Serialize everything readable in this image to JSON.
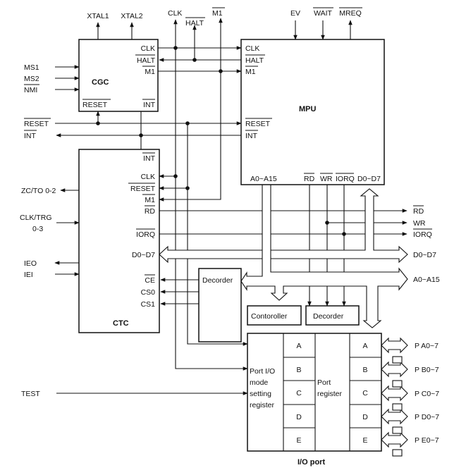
{
  "blocks": {
    "cgc": "CGC",
    "mpu": "MPU",
    "ctc": "CTC",
    "io_port": "I/O port",
    "decoder_left": "Decorder",
    "controller": "Contoroller",
    "decoder_right": "Decorder",
    "port_mode_lines": [
      "Port I/O",
      "mode",
      "setting",
      "register"
    ],
    "port_register_lines": [
      "Port",
      "register"
    ]
  },
  "top_signals": [
    "XTAL1",
    "XTAL2",
    "CLK",
    "HALT",
    "M1",
    "EV",
    "WAIT",
    "MREQ"
  ],
  "cgc_inputs": [
    "MS1",
    "MS2",
    "NMI"
  ],
  "cgc_pins": {
    "clk": "CLK",
    "halt": "HALT",
    "m1": "M1",
    "reset": "RESET",
    "int": "INT"
  },
  "system_lines": [
    "RESET",
    "INT"
  ],
  "mpu_pins": {
    "clk": "CLK",
    "halt": "HALT",
    "m1": "M1",
    "reset": "RESET",
    "int": "INT",
    "addr": "A0~A15",
    "rd": "RD",
    "wr": "WR",
    "iorq": "IORQ",
    "data": "D0~D7"
  },
  "ctc_pins": {
    "int": "INT",
    "clk": "CLK",
    "reset": "RESET",
    "m1": "M1",
    "rd": "RD",
    "iorq": "IORQ",
    "data": "D0~D7",
    "ce": "CE",
    "cs0": "CS0",
    "cs1": "CS1"
  },
  "ctc_left_signals": {
    "zcto": "ZC/TO 0-2",
    "clktrg_1": "CLK/TRG",
    "clktrg_2": "0-3",
    "ieo": "IEO",
    "iei": "IEI"
  },
  "right_signals": [
    "RD",
    "WR",
    "IORQ",
    "D0~D7",
    "A0~A15"
  ],
  "test_signal": "TEST",
  "port_rows": [
    "A",
    "B",
    "C",
    "D",
    "E"
  ],
  "port_outputs": [
    "P A0~7",
    "P B0~7",
    "P C0~7",
    "P D0~7",
    "P E0~7"
  ]
}
